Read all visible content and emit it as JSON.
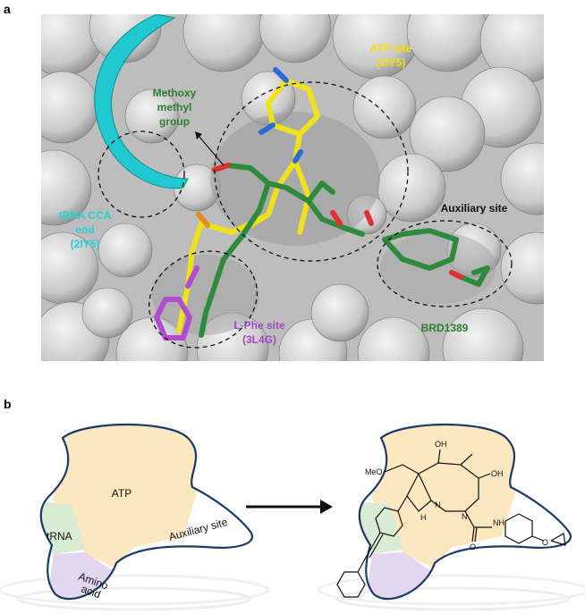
{
  "panel_a": {
    "letter": "a",
    "labels": {
      "atp_site": [
        "ATP site",
        "(2IY5)"
      ],
      "methoxy": [
        "Methoxy",
        "methyl",
        "group"
      ],
      "trna_cca": [
        "tRNA CCA",
        "end",
        "(2IY5)"
      ],
      "auxiliary": "Auxiliary site",
      "lphe": [
        "L-Phe site",
        "(3L4G)"
      ],
      "brd": "BRD1389"
    }
  },
  "panel_b": {
    "letter": "b",
    "labels": {
      "atp": "ATP",
      "trna": "tRNA",
      "amino": [
        "Amino",
        "acid"
      ],
      "auxiliary": "Auxiliary site"
    },
    "molecule": {
      "oh1": "OH",
      "oh2": "OH",
      "meo": "MeO",
      "n1": "N",
      "n2": "N",
      "h": "H",
      "nh": "NH",
      "o": "O",
      "o2": "O"
    }
  },
  "colors": {
    "atp_region": "#fbe7c0",
    "trna_region": "#d7ecd3",
    "amino_region": "#e3d7f0",
    "pocket_outline": "#1a3a6b",
    "yellow_label": "#f2e200",
    "green_label": "#2e7d32",
    "cyan_label": "#21d3d6",
    "purple_label": "#a347c7"
  }
}
